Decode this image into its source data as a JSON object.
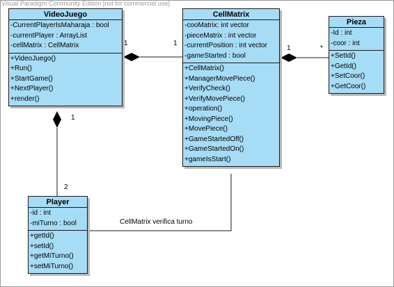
{
  "watermark": "Visual Paradigm Community Edition [not for commercial use]",
  "classes": {
    "videojuego": {
      "name": "VideoJuego",
      "attributes": [
        "-CurrentPlayerIsMaharaja : bool",
        "-currentPlayer : ArrayList",
        "-cellMatrix : CellMatrix"
      ],
      "methods": [
        "+VideoJuego()",
        "+Run()",
        "+StartGame()",
        "+NextPlayer()",
        "+render()"
      ]
    },
    "cellmatrix": {
      "name": "CellMatrix",
      "attributes": [
        "-cooMatrix: int vector",
        "-pieceMatrix : int vector",
        "-currentPosition : int vector",
        "-gameStarted : bool"
      ],
      "methods": [
        "+CellMatrix()",
        "+ManagerMovePiece()",
        "+VerifyCheck()",
        "+VerifyMovePiece()",
        "+operation()",
        "+MovingPiece()",
        "+MovePiece()",
        "+GameStartedOff()",
        "+GameStartedOn()",
        "+gameIsStart()"
      ]
    },
    "pieza": {
      "name": "Pieza",
      "attributes": [
        "-Id : int",
        "-coor : int"
      ],
      "methods": [
        "+SetId()",
        "+GetId()",
        "+SetCoor()",
        "+GetCoor()"
      ]
    },
    "player": {
      "name": "Player",
      "attributes": [
        "-id : int",
        "-miTurno : bool"
      ],
      "methods": [
        "+getId()",
        "+setId()",
        "+getMiTurno()",
        "+setMiTurno()"
      ]
    }
  },
  "associations": {
    "vj_cm": {
      "near_videojuego": "1",
      "near_cellmatrix": "1"
    },
    "cm_pieza": {
      "near_cellmatrix": "1",
      "near_pieza": "*"
    },
    "vj_player": {
      "near_videojuego": "1",
      "near_player": "2"
    },
    "cm_player": {
      "label": "CellMatrix verifica turno"
    }
  }
}
